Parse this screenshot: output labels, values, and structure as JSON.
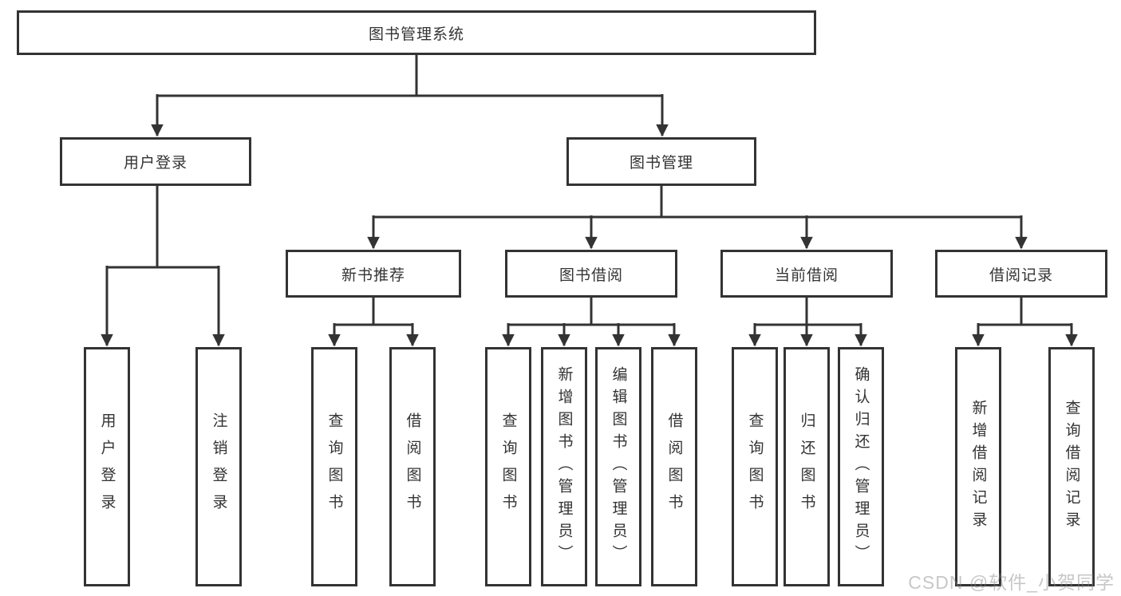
{
  "tree": {
    "label": "图书管理系统",
    "children": [
      {
        "label": "用户登录",
        "children": [
          {
            "label": "用户登录"
          },
          {
            "label": "注销登录"
          }
        ]
      },
      {
        "label": "图书管理",
        "children": [
          {
            "label": "新书推荐",
            "children": [
              {
                "label": "查询图书"
              },
              {
                "label": "借阅图书"
              }
            ]
          },
          {
            "label": "图书借阅",
            "children": [
              {
                "label": "查询图书"
              },
              {
                "label": "新增图书（管理员）"
              },
              {
                "label": "编辑图书（管理员）"
              },
              {
                "label": "借阅图书"
              }
            ]
          },
          {
            "label": "当前借阅",
            "children": [
              {
                "label": "查询图书"
              },
              {
                "label": "归还图书"
              },
              {
                "label": "确认归还（管理员）"
              }
            ]
          },
          {
            "label": "借阅记录",
            "children": [
              {
                "label": "新增借阅记录"
              },
              {
                "label": "查询借阅记录"
              }
            ]
          }
        ]
      }
    ]
  },
  "watermark": {
    "text": "CSDN @软件_小贺同学"
  },
  "colors": {
    "line": "#333333",
    "box_background": "#ffffff",
    "text": "#333333",
    "watermark": "#828282"
  }
}
